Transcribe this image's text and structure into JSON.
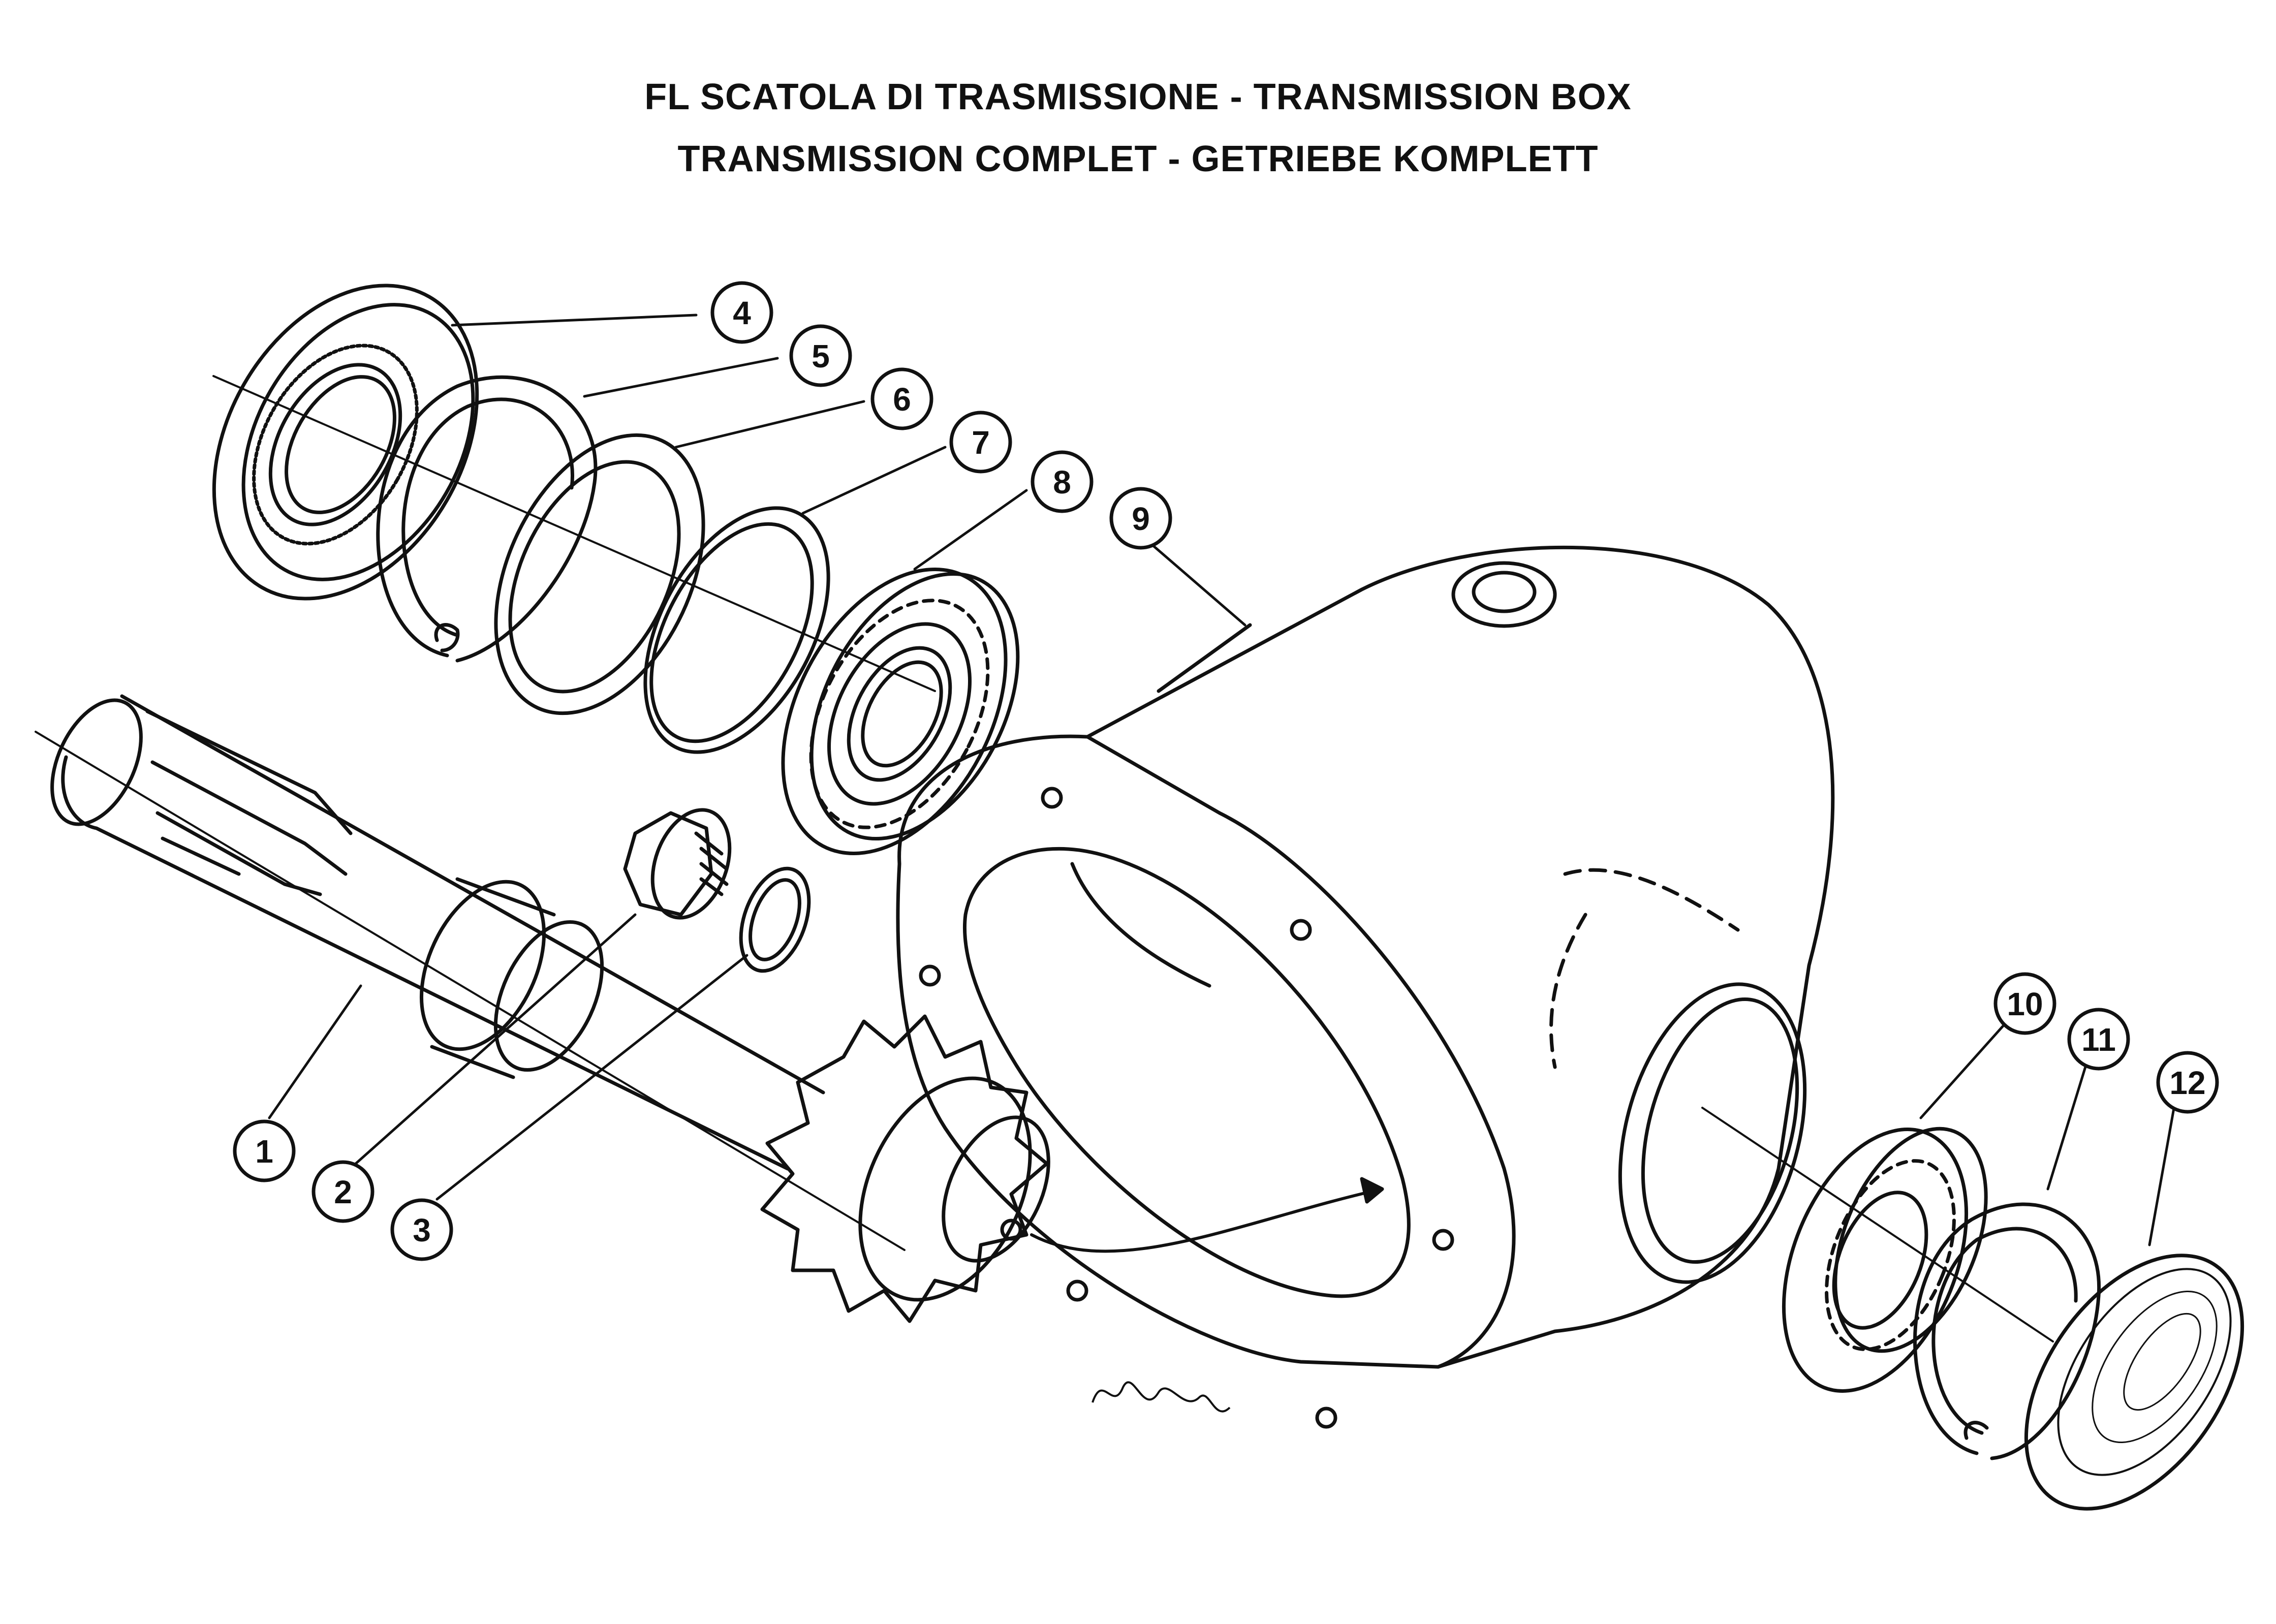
{
  "title": {
    "line1": "FL SCATOLA DI TRASMISSIONE - TRANSMISSION BOX",
    "line2": "TRANSMISSION COMPLET - GETRIEBE KOMPLETT"
  },
  "parts": [
    {
      "id": 1,
      "label": "1"
    },
    {
      "id": 2,
      "label": "2"
    },
    {
      "id": 3,
      "label": "3"
    },
    {
      "id": 4,
      "label": "4"
    },
    {
      "id": 5,
      "label": "5"
    },
    {
      "id": 6,
      "label": "6"
    },
    {
      "id": 7,
      "label": "7"
    },
    {
      "id": 8,
      "label": "8"
    },
    {
      "id": 9,
      "label": "9"
    },
    {
      "id": 10,
      "label": "10"
    },
    {
      "id": 11,
      "label": "11"
    },
    {
      "id": 12,
      "label": "12"
    }
  ],
  "colors": {
    "ink": "#111111",
    "paper": "#ffffff"
  }
}
